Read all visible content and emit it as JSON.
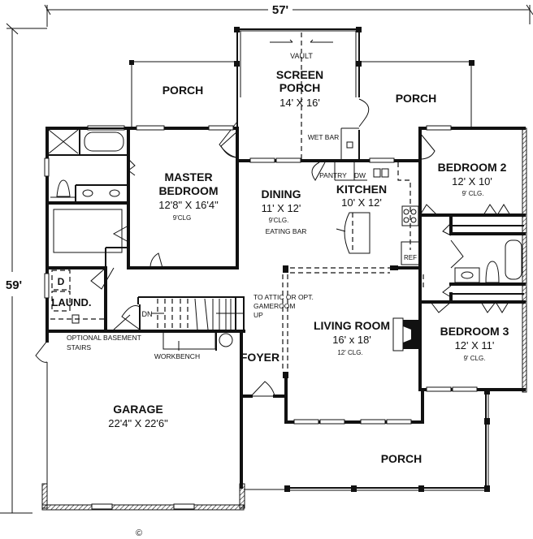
{
  "dimensions": {
    "width": "57'",
    "depth": "59'"
  },
  "rooms": {
    "screen_porch": {
      "name_line1": "SCREEN",
      "name_line2": "PORCH",
      "size": "14' X 16'",
      "note": "VAULT"
    },
    "porch_left": {
      "name": "PORCH"
    },
    "porch_right": {
      "name": "PORCH"
    },
    "porch_front": {
      "name": "PORCH"
    },
    "master_bedroom": {
      "name_line1": "MASTER",
      "name_line2": "BEDROOM",
      "size": "12'8\" X 16'4\"",
      "ceiling": "9'CLG"
    },
    "dining": {
      "name": "DINING",
      "size": "11' X 12'",
      "ceiling": "9'CLG."
    },
    "kitchen": {
      "name": "KITCHEN",
      "size": "10' X 12'"
    },
    "bedroom2": {
      "name": "BEDROOM 2",
      "size": "12' X 10'",
      "ceiling": "9' CLG."
    },
    "bedroom3": {
      "name": "BEDROOM 3",
      "size": "12' X 11'",
      "ceiling": "9' CLG."
    },
    "living_room": {
      "name": "LIVING ROOM",
      "size": "16' x 18'",
      "ceiling": "12' CLG."
    },
    "foyer": {
      "name": "FOYER"
    },
    "laundry": {
      "name": "LAUND.",
      "dryer": "D"
    },
    "garage": {
      "name": "GARAGE",
      "size": "22'4\" X 22'6\""
    }
  },
  "annotations": {
    "wet_bar": "WET BAR",
    "pantry": "PANTRY",
    "dishwasher": "DW",
    "eating_bar": "EATING BAR",
    "refrigerator": "REF",
    "stairs_down": "DN",
    "attic_line1": "TO ATTIC OR OPT.",
    "attic_line2": "GAMEROOM",
    "attic_line3": "UP",
    "basement_line1": "OPTIONAL BASEMENT",
    "basement_line2": "STAIRS",
    "workbench": "WORKBENCH",
    "copyright": "©"
  }
}
